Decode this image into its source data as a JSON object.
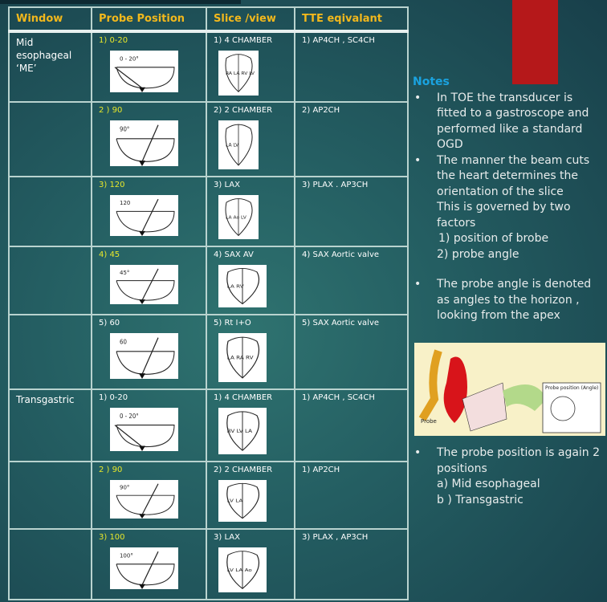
{
  "table": {
    "headers": [
      "Window",
      "Probe  Position",
      "Slice /view",
      "TTE   eqivalant"
    ],
    "rows": [
      {
        "window": "Mid esophageal ‘ME’",
        "probe": "1)  0-20",
        "probe_highlight": true,
        "slice": "1)  4  CHAMBER",
        "tte": "1) AP4CH   , SC4CH",
        "angle_label": "0 - 20°",
        "heart_labels": "RA LA RV LV"
      },
      {
        "window": "",
        "probe": "2 ) 90",
        "probe_highlight": true,
        "slice": "2) 2 CHAMBER",
        "tte": "2)  AP2CH",
        "angle_label": "90°",
        "heart_labels": "LA LV"
      },
      {
        "window": "",
        "probe": "3) 120",
        "probe_highlight": true,
        "slice": "3)  LAX",
        "tte": "3) PLAX  . AP3CH",
        "angle_label": "120",
        "heart_labels": "LA Ao LV"
      },
      {
        "window": "",
        "probe": "4)  45",
        "probe_highlight": true,
        "slice": "4) SAX  AV",
        "tte": "4) SAX  Aortic valve",
        "angle_label": "45°",
        "heart_labels": "LA RV"
      },
      {
        "window": "",
        "probe": "5)  60",
        "probe_highlight": false,
        "slice": "5)  Rt I+O",
        "tte": "5) SAX  Aortic valve",
        "angle_label": "60",
        "heart_labels": "LA RA RV"
      },
      {
        "window": "Transgastric",
        "probe": "1)  0-20",
        "probe_highlight": false,
        "slice": "1)  4  CHAMBER",
        "tte": "1) AP4CH   , SC4CH",
        "angle_label": "0 - 20°",
        "heart_labels": "RV LV LA"
      },
      {
        "window": "",
        "probe": "2 ) 90",
        "probe_highlight": true,
        "slice": "2) 2 CHAMBER",
        "tte": "1)  AP2CH",
        "angle_label": "90°",
        "heart_labels": "LV LA"
      },
      {
        "window": "",
        "probe": "3) 100",
        "probe_highlight": true,
        "slice": "3)  LAX",
        "tte": "3) PLAX , AP3CH",
        "angle_label": "100°",
        "heart_labels": "LV LA Ao"
      }
    ]
  },
  "notes": {
    "title": "Notes",
    "bullet1": "In TOE  the transducer is fitted to a gastroscope and performed like a standard OGD",
    "bullet2": "The  manner the beam cuts the heart determines the orientation of the slice",
    "bullet2_extra": "This is governed by two  factors",
    "factor1": "1) position of brobe",
    "factor2": "2) probe angle",
    "bullet3": "The probe angle  is denoted as angles to the horizon , looking from the apex",
    "bullet4": "The probe position is again  2 positions",
    "pos_a": "a) Mid esophageal",
    "pos_b": "b ) Transgastric",
    "bullet_char": "•"
  },
  "illustration": {
    "label_probe": "Probe",
    "label_position": "Probe position (Angle)"
  }
}
